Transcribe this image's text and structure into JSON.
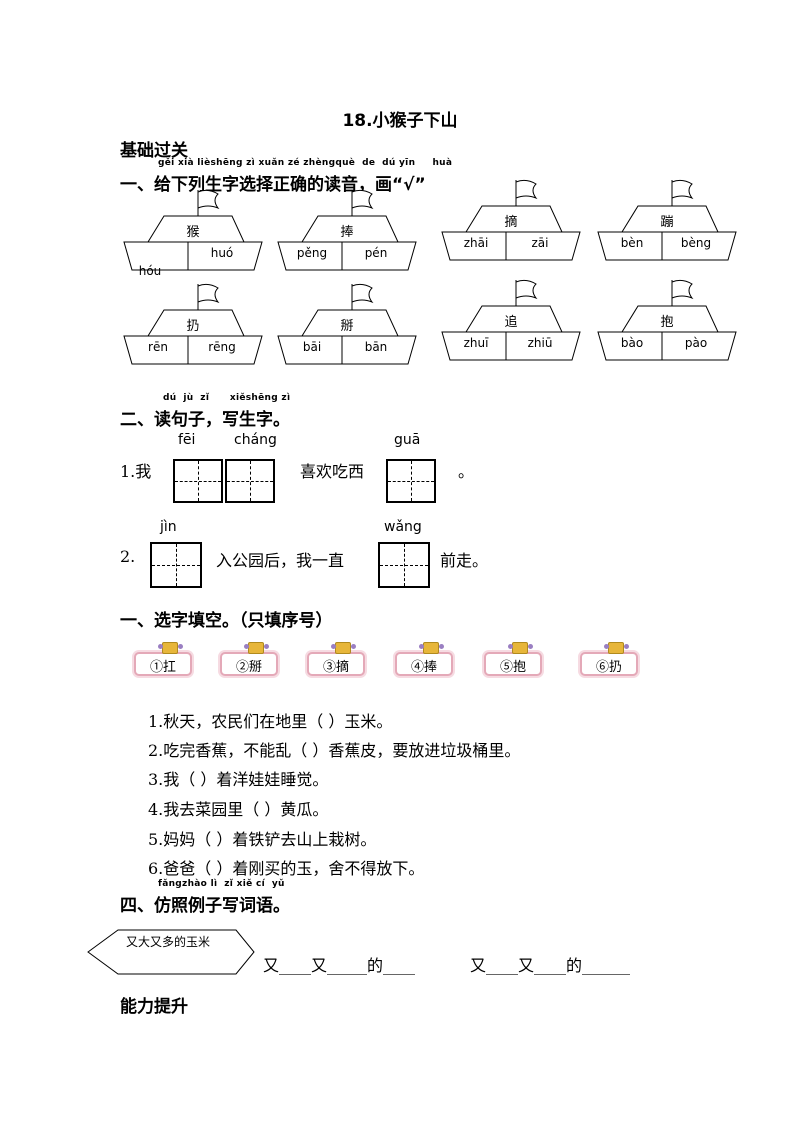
{
  "title": "18.小猴子下山",
  "section_basic": "基础过关",
  "q1": {
    "pinyin": [
      "gěi",
      "xià",
      "liè",
      "shēng",
      "zì",
      "xuǎn",
      "zé",
      "zhèng",
      "què",
      "de",
      "dú",
      "yīn",
      "huà"
    ],
    "heading": "一、给下列生字选择正确的读音，画“√”",
    "boats": [
      {
        "char": "猴",
        "opt1": "hóu",
        "opt2": "huó"
      },
      {
        "char": "捧",
        "opt1": "pěng",
        "opt2": "pén"
      },
      {
        "char": "摘",
        "opt1": "zhāi",
        "opt2": "zāi"
      },
      {
        "char": "蹦",
        "opt1": "bèn",
        "opt2": "bèng"
      },
      {
        "char": "扔",
        "opt1": "rēn",
        "opt2": "rēng"
      },
      {
        "char": "掰",
        "opt1": "bāi",
        "opt2": "bān"
      },
      {
        "char": "追",
        "opt1": "zhuī",
        "opt2": "zhiū"
      },
      {
        "char": "抱",
        "opt1": "bào",
        "opt2": "pào"
      }
    ]
  },
  "q2": {
    "pinyin": [
      "dú",
      "jù",
      "zǐ",
      "xiě",
      "shēng",
      "zì"
    ],
    "heading": "二、读句子，写生字。",
    "s1": {
      "num": "1.我",
      "py1": "fēi",
      "py2": "cháng",
      "mid": "喜欢吃西",
      "py3": "guā",
      "end": "。"
    },
    "s2": {
      "num": "2.",
      "py1": "jìn",
      "mid": "入公园后，我一直",
      "py2": "wǎng",
      "end": "前走。"
    }
  },
  "q3": {
    "heading": "一、选字填空。（只填序号）",
    "options": [
      "①扛",
      "②掰",
      "③摘",
      "④捧",
      "⑤抱",
      "⑥扔"
    ],
    "items": [
      "1.秋天，农民们在地里（     ）玉米。",
      "2.吃完香蕉，不能乱（     ）香蕉皮，要放进垃圾桶里。",
      "3.我（     ）着洋娃娃睡觉。",
      "4.我去菜园里（      ）黄瓜。",
      "5.妈妈（      ）着铁铲去山上栽树。",
      "6.爸爸（        ）着刚买的玉，舍不得放下。"
    ]
  },
  "q4": {
    "pinyin": [
      "fǎng",
      "zhào",
      "lì",
      "zǐ",
      "xiě",
      "cí",
      "yǔ"
    ],
    "heading": "四、仿照例子写词语。",
    "example": "又大又多的玉米",
    "blank1": "又____又_____的____",
    "blank2": "又____又____的______"
  },
  "section_ability": "能力提升"
}
